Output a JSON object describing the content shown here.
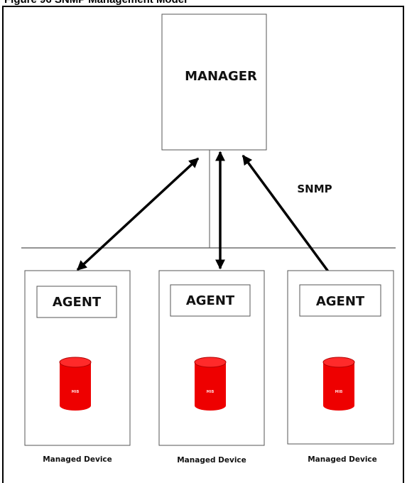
{
  "title": "Figure 96 SNMP Management Model",
  "manager": {
    "label": "MANAGER"
  },
  "protocol": {
    "label": "SNMP"
  },
  "devices": [
    {
      "agent_label": "AGENT",
      "mib_label": "MIB",
      "device_label": "Managed Device"
    },
    {
      "agent_label": "AGENT",
      "mib_label": "MIB",
      "device_label": "Managed Device"
    },
    {
      "agent_label": "AGENT",
      "mib_label": "MIB",
      "device_label": "Managed Device"
    }
  ],
  "colors": {
    "mib": "#ee0000",
    "mib_dark": "#b00000",
    "line": "#000000",
    "box_border": "#666666"
  }
}
